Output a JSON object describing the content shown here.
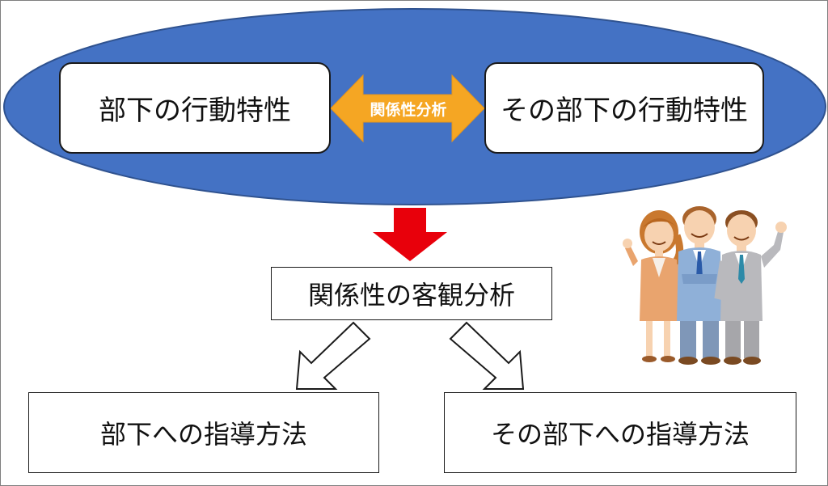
{
  "top": {
    "left_box": "部下の行動特性",
    "right_box": "その部下の行動特性",
    "arrow_label": "関係性分析"
  },
  "middle": {
    "box": "関係性の客観分析"
  },
  "bottom": {
    "left_box": "部下への指導方法",
    "right_box": "その部下への指導方法"
  },
  "colors": {
    "ellipse": "#4472c4",
    "ellipse_border": "#2f528f",
    "double_arrow": "#f5a623",
    "down_arrow": "#e8000b"
  },
  "illustration": {
    "icon": "three-business-people-illustration"
  }
}
